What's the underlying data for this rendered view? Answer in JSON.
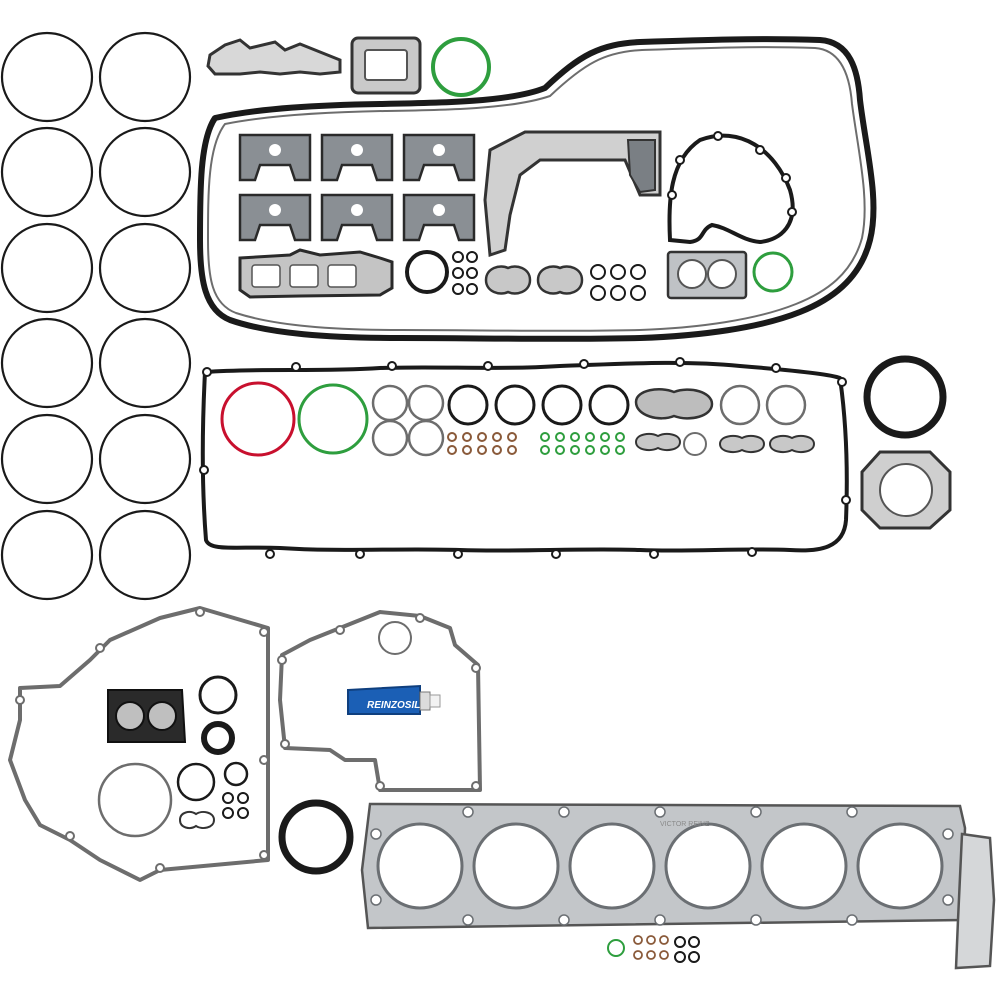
{
  "product": {
    "sealant_tube_label": "REINZOSIL",
    "brand_watermark": "VICTOR REINZ"
  },
  "colors": {
    "background": "#ffffff",
    "gasket_black": "#1a1a1a",
    "gasket_gray": "#6d6d6d",
    "metal_gray": "#b9bcbf",
    "sealant_blue": "#1b5fb5",
    "oring_red": "#c8102e",
    "oring_green": "#2e9e3e",
    "oring_brown": "#8a5a3a"
  },
  "groups": [
    "liner-seal-rings",
    "upper-manifold-gaskets",
    "oil-pan-gasket",
    "valve-cover-gasket",
    "crankshaft-seals",
    "timing-cover-gasket",
    "housing-gasket",
    "sealant-tube",
    "cylinder-head-gasket",
    "small-orings"
  ]
}
